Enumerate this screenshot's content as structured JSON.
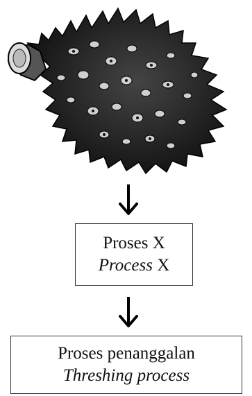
{
  "figure": {
    "image": {
      "name": "oil-palm-fresh-fruit-bunch"
    },
    "step1": {
      "line1": "Proses X",
      "line2_italic": "Process",
      "line2_rest": " X"
    },
    "step2": {
      "line1": "Proses penanggalan",
      "line2_italic": "Threshing process"
    },
    "arrows": {
      "icon": "down-arrow-icon",
      "count": 2
    }
  }
}
